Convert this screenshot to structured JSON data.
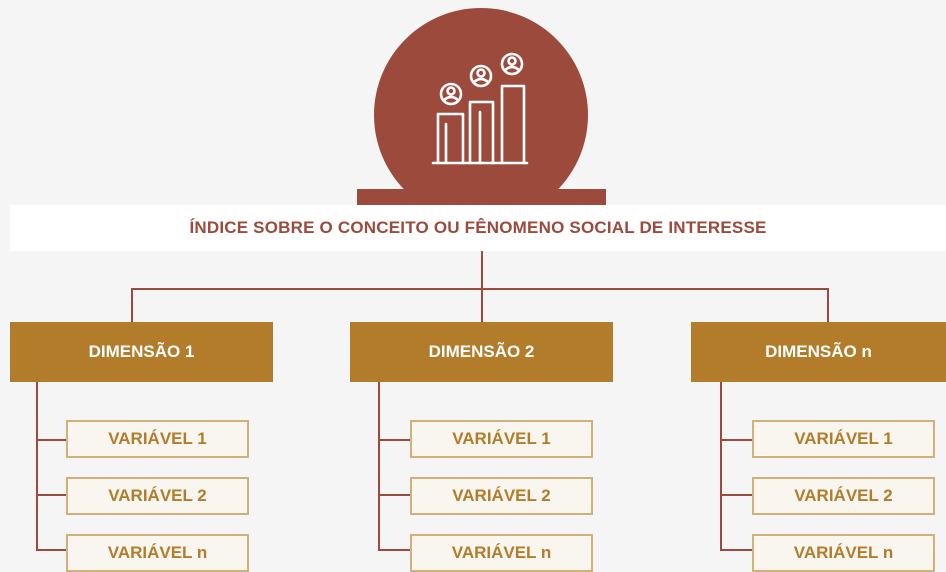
{
  "index_title": "ÍNDICE SOBRE O CONCEITO OU FÊNOMENO SOCIAL DE INTERESSE",
  "icon": "people-bar-chart-icon",
  "colors": {
    "brown": "#9c4a3c",
    "gold": "#b27c2b",
    "light_gold": "#d2b079",
    "background": "#f5f5f5"
  },
  "dimensions": [
    {
      "label": "DIMENSÃO 1",
      "variables": [
        "VARIÁVEL 1",
        "VARIÁVEL 2",
        "VARIÁVEL n"
      ]
    },
    {
      "label": "DIMENSÃO 2",
      "variables": [
        "VARIÁVEL 1",
        "VARIÁVEL 2",
        "VARIÁVEL n"
      ]
    },
    {
      "label": "DIMENSÃO n",
      "variables": [
        "VARIÁVEL 1",
        "VARIÁVEL 2",
        "VARIÁVEL n"
      ]
    }
  ]
}
